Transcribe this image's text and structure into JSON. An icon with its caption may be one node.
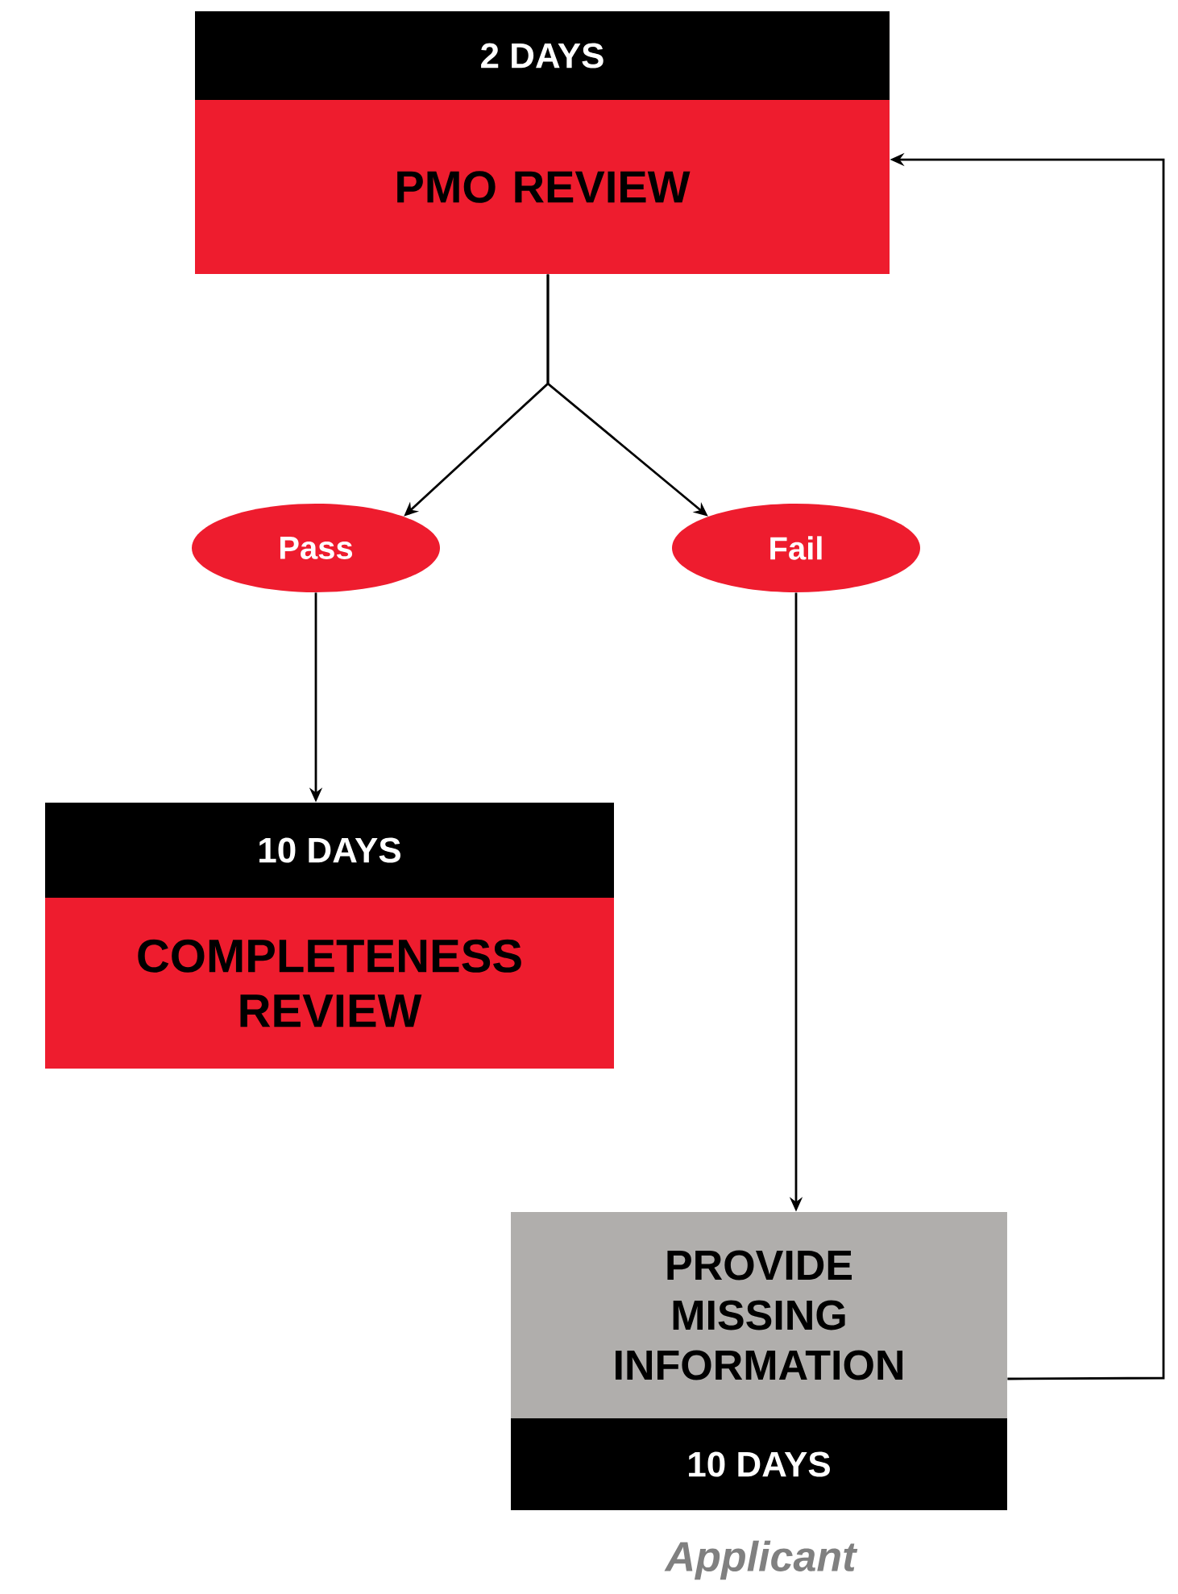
{
  "diagram": {
    "nodes": [
      {
        "text": [
          "2 DAYS",
          "PMO REVIEW"
        ]
      },
      {
        "text": [
          "Pass"
        ]
      },
      {
        "text": [
          "Fail"
        ]
      },
      {
        "text": [
          "10 DAYS",
          "COMPLETENESS REVIEW"
        ]
      },
      {
        "text": [
          "PROVIDE MISSING INFORMATION",
          "10 DAYS"
        ],
        "beside": [
          "Applicant"
        ]
      }
    ],
    "edges": [
      {
        "from": 0,
        "to": 1,
        "arrow": "to"
      },
      {
        "from": 0,
        "to": 2,
        "arrow": "to"
      },
      {
        "from": 1,
        "to": 3,
        "arrow": "to"
      },
      {
        "from": 2,
        "to": 4,
        "arrow": "to"
      },
      {
        "from": 4,
        "to": 0,
        "arrow": "to"
      }
    ]
  }
}
